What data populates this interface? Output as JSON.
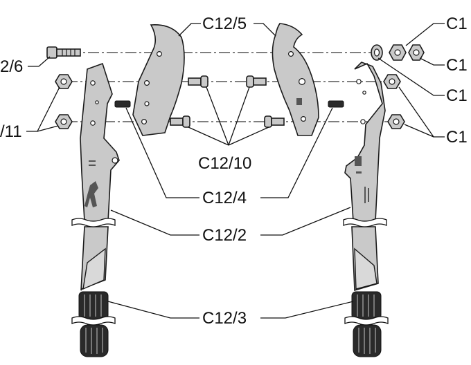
{
  "labels": {
    "c12_6": "2/6",
    "c12_5": "C12/5",
    "c12_top_right_1": "C1",
    "c12_top_right_2": "C1",
    "c12_top_right_3": "C1",
    "c12_top_right_4": "C1",
    "c12_11": "/11",
    "c12_10": "C12/10",
    "c12_4": "C12/4",
    "c12_2": "C12/2",
    "c12_3": "C12/3"
  },
  "colors": {
    "part_fill": "#c9c9c9",
    "outline": "#1a1a1a",
    "grip": "#2a2a2a",
    "background": "#ffffff"
  }
}
